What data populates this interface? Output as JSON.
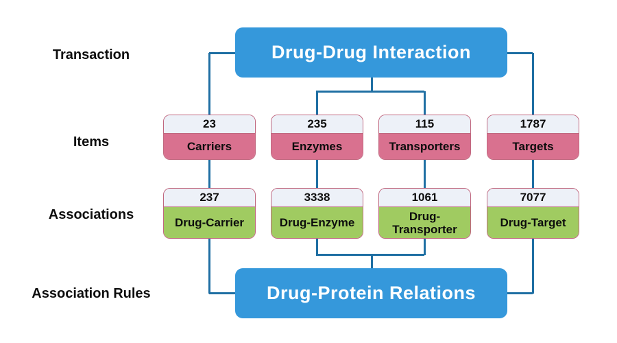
{
  "diagram": {
    "row_labels": [
      {
        "label": "Transaction"
      },
      {
        "label": "Items"
      },
      {
        "label": "Associations"
      },
      {
        "label": "Association Rules"
      }
    ],
    "top_box": {
      "label": "Drug-Drug Interaction"
    },
    "bottom_box": {
      "label": "Drug-Protein Relations"
    },
    "items": [
      {
        "count": "23",
        "label": "Carriers"
      },
      {
        "count": "235",
        "label": "Enzymes"
      },
      {
        "count": "115",
        "label": "Transporters"
      },
      {
        "count": "1787",
        "label": "Targets"
      }
    ],
    "associations": [
      {
        "count": "237",
        "label": "Drug-Carrier"
      },
      {
        "count": "3338",
        "label": "Drug-Enzyme"
      },
      {
        "count": "1061",
        "label": "Drug-Transporter"
      },
      {
        "count": "7077",
        "label": "Drug-Target"
      }
    ],
    "colors": {
      "banner_blue": "#3598db",
      "item_pink": "#d9718f",
      "association_green": "#a0cb61",
      "number_section": "#edf1f8",
      "box_border": "#c0677f",
      "connector_line": "#1f6fa3",
      "label_text": "#0d0d0d",
      "banner_text": "#ffffff"
    }
  }
}
